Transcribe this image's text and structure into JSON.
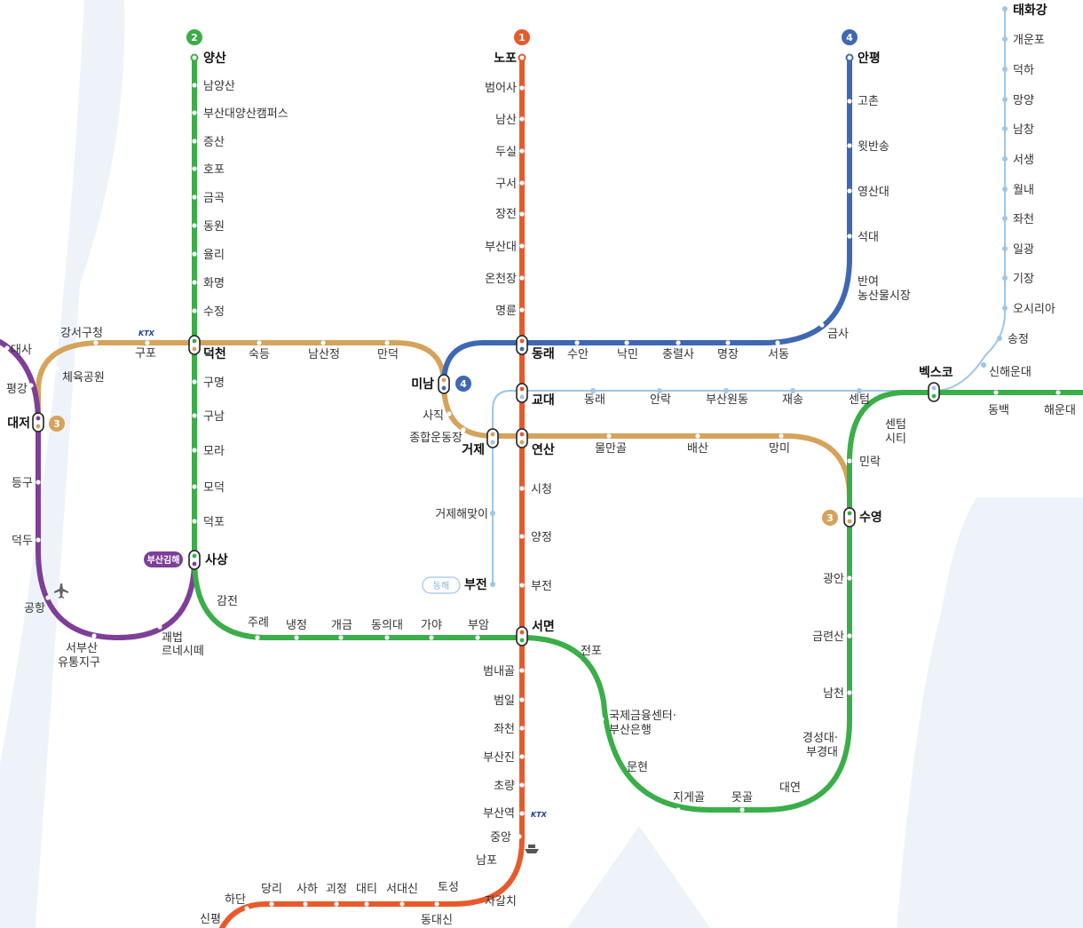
{
  "colors": {
    "line1": "#e8592b",
    "line2": "#3aae49",
    "line3": "#d5a35b",
    "line4": "#3e68b3",
    "donghae": "#9ec6e6",
    "gimhae": "#7d3f98",
    "ktx": "#1d3f9b",
    "watermark": "#eef3fa"
  },
  "badges": {
    "line1": "1",
    "line2": "2",
    "line3": "3",
    "line4": "4"
  },
  "lines": {
    "line1": {
      "stations": [
        "노포",
        "범어사",
        "남산",
        "두실",
        "구서",
        "장전",
        "부산대",
        "온천장",
        "명륜",
        "동래",
        "교대",
        "연산",
        "시청",
        "양정",
        "부전",
        "서면",
        "범내골",
        "범일",
        "좌천",
        "부산진",
        "초량",
        "부산역",
        "중앙",
        "남포",
        "자갈치",
        "토성",
        "동대신",
        "서대신",
        "대티",
        "괴정",
        "사하",
        "당리",
        "하단",
        "신평"
      ]
    },
    "line2": {
      "stations": [
        "양산",
        "남양산",
        "부산대양산캠퍼스",
        "증산",
        "호포",
        "금곡",
        "동원",
        "율리",
        "화명",
        "수정",
        "덕천",
        "구명",
        "구남",
        "모라",
        "모덕",
        "덕포",
        "사상",
        "감전",
        "주례",
        "냉정",
        "개금",
        "동의대",
        "가야",
        "부암",
        "서면",
        "전포",
        "국제금융센터·",
        "부산은행",
        "문현",
        "지게골",
        "못골",
        "대연",
        "경성대·",
        "부경대",
        "남천",
        "금련산",
        "광안",
        "수영",
        "민락",
        "센텀",
        "시티",
        "벡스코",
        "동백",
        "해운대"
      ]
    },
    "line3": {
      "stations": [
        "강서구청",
        "체육공원",
        "대저",
        "구포",
        "덕천",
        "숙등",
        "남산정",
        "만덕",
        "미남",
        "사직",
        "종합운동장",
        "거제",
        "연산",
        "물만골",
        "배산",
        "망미",
        "수영"
      ]
    },
    "line4": {
      "stations": [
        "안평",
        "고촌",
        "윗반송",
        "영산대",
        "석대",
        "반여",
        "농산물시장",
        "금사",
        "서동",
        "명장",
        "충렬사",
        "낙민",
        "수안",
        "동래",
        "미남"
      ]
    },
    "donghae": {
      "stations": [
        "태화강",
        "개운포",
        "덕하",
        "망양",
        "남창",
        "서생",
        "월내",
        "좌천",
        "일광",
        "기장",
        "오시리아",
        "송정",
        "신해운대",
        "벡스코",
        "센텀",
        "재송",
        "부산원동",
        "안락",
        "동래",
        "교대",
        "거제",
        "거제해맞이",
        "부전"
      ]
    },
    "gimhae": {
      "stations": [
        "대사",
        "평강",
        "대저",
        "등구",
        "덕두",
        "공항",
        "서부산",
        "유통지구",
        "괘법",
        "르네시떼",
        "사상"
      ]
    }
  },
  "tags": {
    "ktx": "KTX",
    "donghae": "동해",
    "gimhae": "부산김해"
  },
  "icons": [
    "airplane-icon",
    "ferry-icon",
    "ktx-logo"
  ]
}
